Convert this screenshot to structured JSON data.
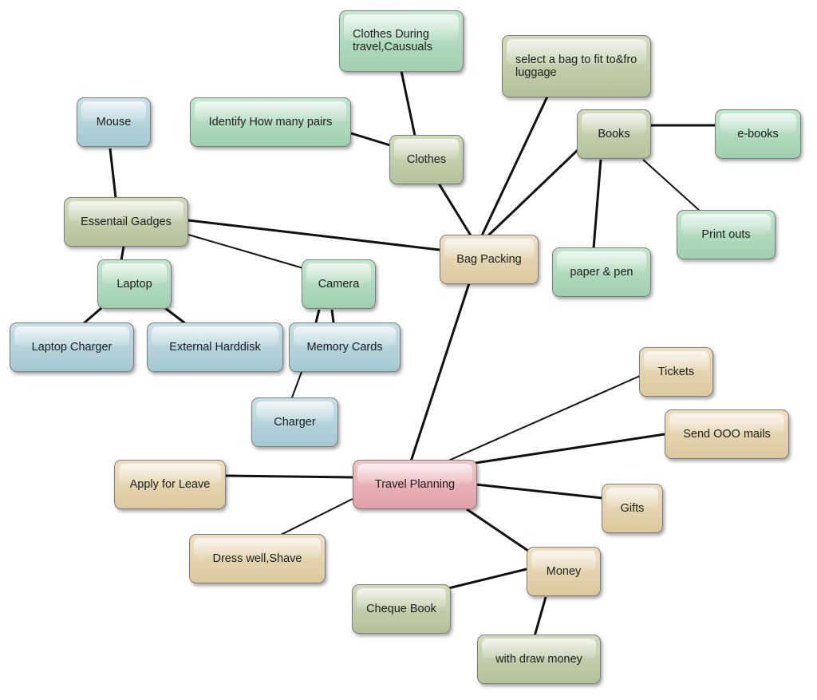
{
  "nodes": {
    "clothes_during_travel": "Clothes During\ntravel,Causuals",
    "select_bag": "select a bag to fit to&fro\nluggage",
    "mouse": "Mouse",
    "identify_pairs": "Identify How many pairs",
    "books": "Books",
    "ebooks": "e-books",
    "clothes": "Clothes",
    "essential_gadgets": "Essentail Gadges",
    "print_outs": "Print outs",
    "bag_packing": "Bag Packing",
    "paper_pen": "paper & pen",
    "laptop": "Laptop",
    "camera": "Camera",
    "laptop_charger": "Laptop Charger",
    "external_harddisk": "External Harddisk",
    "memory_cards": "Memory Cards",
    "tickets": "Tickets",
    "charger": "Charger",
    "send_ooo": "Send OOO mails",
    "apply_leave": "Apply for Leave",
    "travel_planning": "Travel Planning",
    "gifts": "Gifts",
    "dress_well": "Dress well,Shave",
    "money": "Money",
    "cheque_book": "Cheque Book",
    "withdraw_money": "with draw money"
  },
  "edges": [
    [
      "travel_planning",
      "bag_packing"
    ],
    [
      "travel_planning",
      "apply_leave"
    ],
    [
      "travel_planning",
      "dress_well"
    ],
    [
      "travel_planning",
      "tickets"
    ],
    [
      "travel_planning",
      "send_ooo"
    ],
    [
      "travel_planning",
      "gifts"
    ],
    [
      "travel_planning",
      "money"
    ],
    [
      "money",
      "cheque_book"
    ],
    [
      "money",
      "withdraw_money"
    ],
    [
      "bag_packing",
      "clothes"
    ],
    [
      "bag_packing",
      "select_bag"
    ],
    [
      "bag_packing",
      "books"
    ],
    [
      "bag_packing",
      "essential_gadgets"
    ],
    [
      "clothes",
      "clothes_during_travel"
    ],
    [
      "clothes",
      "identify_pairs"
    ],
    [
      "books",
      "ebooks"
    ],
    [
      "books",
      "paper_pen"
    ],
    [
      "books",
      "print_outs"
    ],
    [
      "essential_gadgets",
      "mouse"
    ],
    [
      "essential_gadgets",
      "laptop"
    ],
    [
      "essential_gadgets",
      "camera"
    ],
    [
      "laptop",
      "laptop_charger"
    ],
    [
      "laptop",
      "external_harddisk"
    ],
    [
      "camera",
      "memory_cards"
    ],
    [
      "memory_cards",
      "charger"
    ]
  ],
  "colors": {
    "green": "#a9d6b7",
    "olive": "#bcc9a4",
    "blue": "#aed0d8",
    "tan": "#e3d1a8",
    "pink": "#e7aab1",
    "connector": "#111111"
  }
}
